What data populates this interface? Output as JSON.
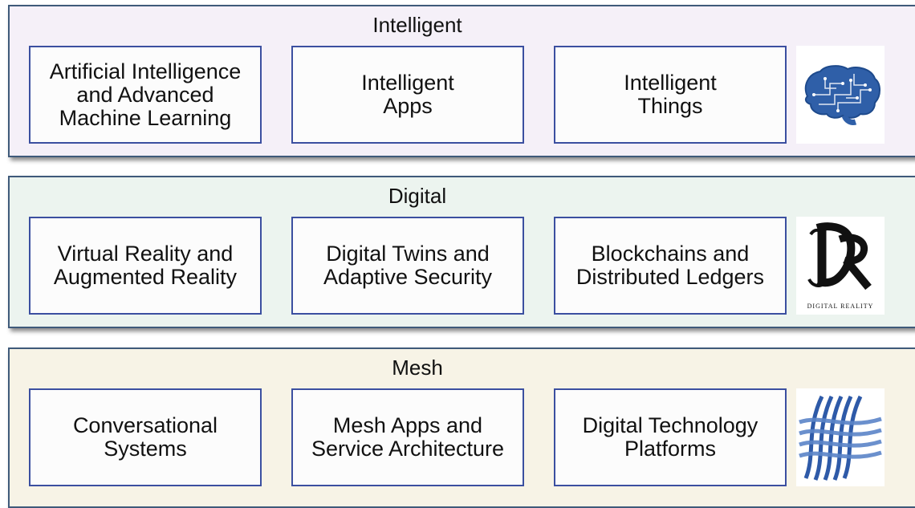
{
  "bands": {
    "intelligent": {
      "title": "Intelligent",
      "bg": "#f5f0f8",
      "items": [
        "Artificial Intelligence\nand Advanced\nMachine Learning",
        "Intelligent\nApps",
        "Intelligent\nThings"
      ],
      "logo": "brain-circuit-icon"
    },
    "digital": {
      "title": "Digital",
      "bg": "#ecf4ef",
      "items": [
        "Virtual Reality and\nAugmented Reality",
        "Digital Twins and\nAdaptive Security",
        "Blockchains and\nDistributed Ledgers"
      ],
      "logo": "digital-reality-logo",
      "logo_caption": "DIGITAL REALITY"
    },
    "mesh": {
      "title": "Mesh",
      "bg": "#f7f3e6",
      "items": [
        "Conversational\nSystems",
        "Mesh Apps and\nService Architecture",
        "Digital Technology\nPlatforms"
      ],
      "logo": "mesh-weave-icon"
    }
  }
}
